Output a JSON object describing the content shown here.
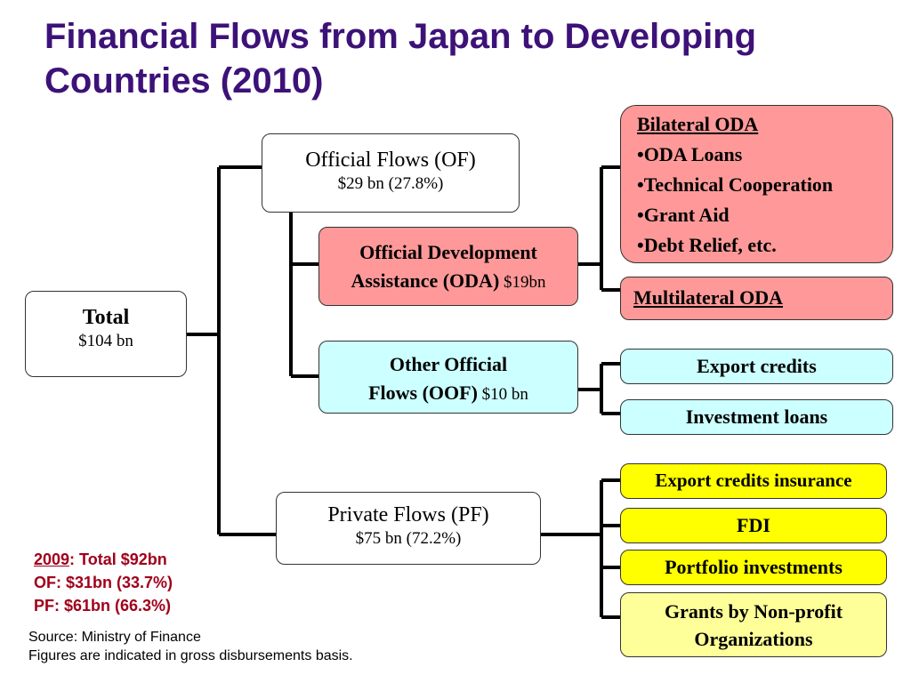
{
  "title": "Financial Flows from Japan to Developing Countries (2010)",
  "total": {
    "label": "Total",
    "value": "$104 bn"
  },
  "official_flows": {
    "label": "Official Flows (OF)",
    "value": "$29 bn (27.8%)"
  },
  "oda": {
    "line1": "Official Development",
    "line2_bold": "Assistance (ODA)",
    "value": " $19bn"
  },
  "oof": {
    "line1": "Other Official",
    "line2_bold": "Flows (OOF)",
    "value": " $10 bn"
  },
  "private_flows": {
    "label": "Private Flows (PF)",
    "value": "$75 bn (72.2%)"
  },
  "bilateral_oda": {
    "heading": "Bilateral ODA",
    "items": [
      "•ODA Loans",
      "•Technical Cooperation",
      "•Grant Aid",
      "•Debt Relief, etc."
    ]
  },
  "multilateral_oda": "Multilateral ODA",
  "export_credits": "Export credits",
  "investment_loans": "Investment loans",
  "export_credits_insurance": "Export credits insurance",
  "fdi": "FDI",
  "portfolio_investments": "Portfolio investments",
  "grants_npo": {
    "line1": "Grants by Non-profit",
    "line2": "Organizations"
  },
  "note_2009": {
    "year": "2009",
    "total": ": Total $92bn",
    "of": "OF: $31bn (33.7%)",
    "pf": "PF: $61bn (66.3%)"
  },
  "source": {
    "line1": "Source: Ministry of Finance",
    "line2": "Figures are indicated in gross disbursements basis."
  },
  "colors": {
    "title": "#3d1278",
    "oda": "#ff9999",
    "oof": "#ccffff",
    "pf_items": "#ffff00",
    "npo": "#ffff99",
    "note": "#a0001a"
  }
}
